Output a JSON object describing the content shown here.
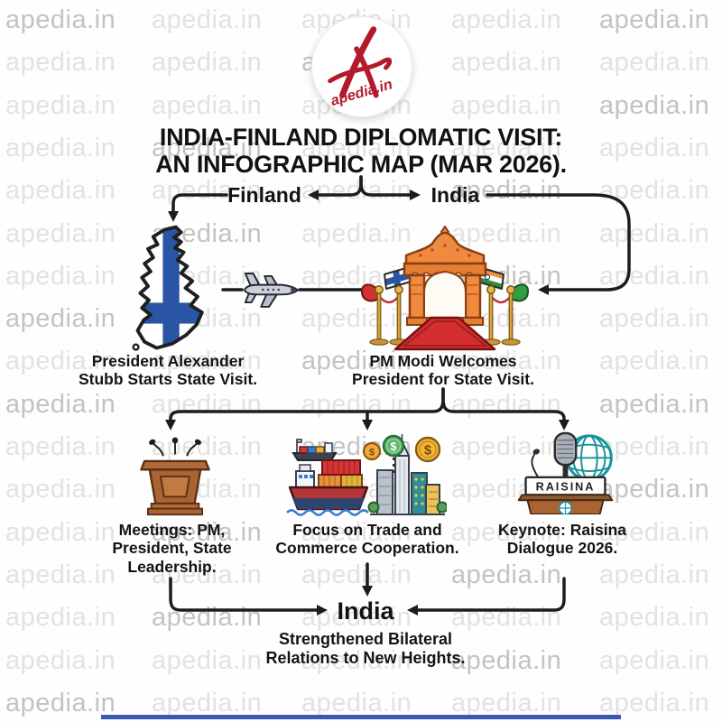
{
  "watermark": {
    "text": "apedia.in",
    "light_color": "#e2e2e2",
    "dark_color": "#c3c3c3"
  },
  "logo": {
    "brand": "apedia.in",
    "accent_color": "#b5192d"
  },
  "header": {
    "title": "INDIA-FINLAND DIPLOMATIC VISIT:\nAN INFOGRAPHIC MAP (MAR 2026)."
  },
  "flow": {
    "branch_left_label": "Finland",
    "branch_right_label": "India",
    "finland_caption": "President Alexander\nStubb Starts State Visit.",
    "gate_caption": "PM Modi Welcomes\nPresident for State Visit.",
    "meetings_caption": "Meetings: PM,\nPresident, State\nLeadership.",
    "trade_caption": "Focus on Trade and\nCommerce Cooperation.",
    "keynote_caption": "Keynote: Raisina\nDialogue 2026.",
    "raisina_sign": "RAISINA",
    "outcome_label": "India",
    "outcome_caption": "Strengthened Bilateral\nRelations to New Heights."
  },
  "icons": {
    "finland": "finland-map-flag-icon",
    "travel": "airplane-icon",
    "welcome": "india-welcome-gate-icon",
    "meetings": "podium-microphones-icon",
    "trade": "trade-commerce-icon",
    "keynote": "raisina-dialogue-icon"
  },
  "colors": {
    "line": "#1c1c1c",
    "finland_blue": "#2a55a5",
    "gate_orange": "#ef8a3e",
    "carpet_red": "#d32f2f",
    "india_saffron": "#f5913a",
    "india_green": "#2f8f3c",
    "globe_teal": "#17939b",
    "podium_brown": "#aa6433",
    "coin_gold": "#f1b63a",
    "bottom_bar_blue": "#3b58b3"
  }
}
